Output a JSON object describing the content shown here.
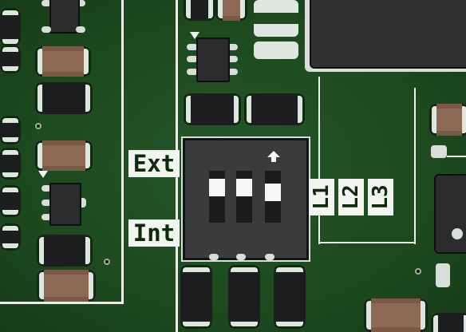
{
  "image": {
    "subject": "Green printed circuit board close-up with surface-mount parts and a 3-position DIP switch",
    "silkscreen": {
      "ext": "Ext",
      "int": "Int",
      "l1": "L1",
      "l2": "L2",
      "l3": "L3"
    },
    "dip_switch": {
      "positions": 3,
      "state": [
        "off",
        "off",
        "on"
      ]
    },
    "colors": {
      "solder_mask": "#1d4a1f",
      "silkscreen": "#f2f5ef",
      "component_black": "#1b1d1f",
      "pad": "#d9dfd8",
      "capacitor": "#7a5a46"
    }
  }
}
